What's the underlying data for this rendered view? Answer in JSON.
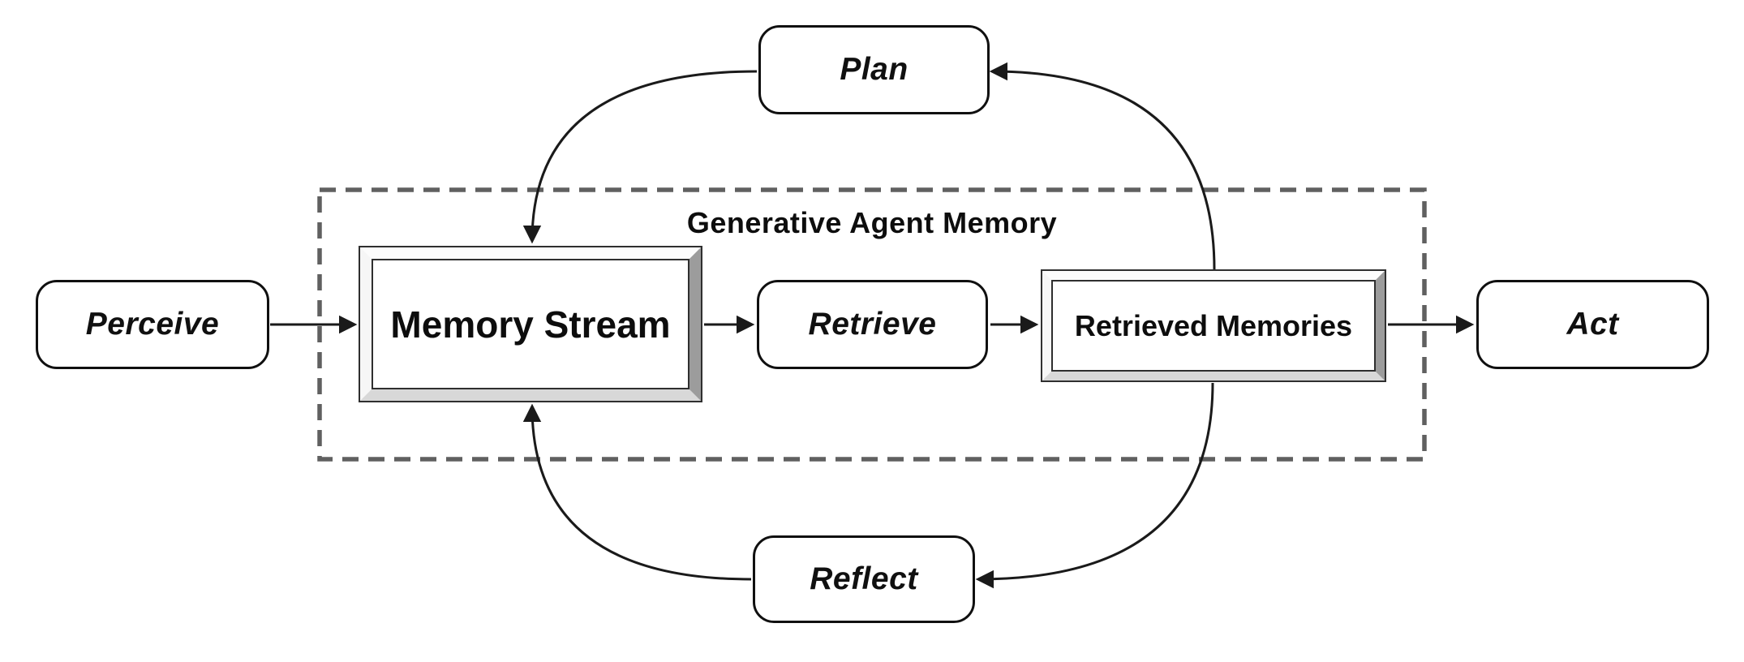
{
  "diagram": {
    "title": "Generative Agent Memory",
    "nodes": {
      "perceive": {
        "label": "Perceive"
      },
      "memory_stream": {
        "label": "Memory Stream"
      },
      "retrieve": {
        "label": "Retrieve"
      },
      "retrieved_memories": {
        "label": "Retrieved Memories"
      },
      "act": {
        "label": "Act"
      },
      "plan": {
        "label": "Plan"
      },
      "reflect": {
        "label": "Reflect"
      }
    },
    "edges": [
      {
        "from": "Perceive",
        "to": "Memory Stream",
        "style": "straight-arrow"
      },
      {
        "from": "Memory Stream",
        "to": "Retrieve",
        "style": "straight-arrow"
      },
      {
        "from": "Retrieve",
        "to": "Retrieved Memories",
        "style": "straight-arrow"
      },
      {
        "from": "Retrieved Memories",
        "to": "Act",
        "style": "straight-arrow"
      },
      {
        "from": "Retrieved Memories",
        "to": "Plan",
        "style": "curved-arrow"
      },
      {
        "from": "Plan",
        "to": "Memory Stream",
        "style": "curved-arrow"
      },
      {
        "from": "Retrieved Memories",
        "to": "Reflect",
        "style": "curved-arrow"
      },
      {
        "from": "Reflect",
        "to": "Memory Stream",
        "style": "curved-arrow"
      }
    ],
    "colors": {
      "background": "#ffffff",
      "line": "#1a1a1a",
      "box_border": "#101010",
      "dashed_border": "#606060",
      "frame_bevel_dark": "#9c9c9c",
      "frame_bevel_light": "#d8d8d8",
      "text": "#0d0d0d"
    }
  }
}
